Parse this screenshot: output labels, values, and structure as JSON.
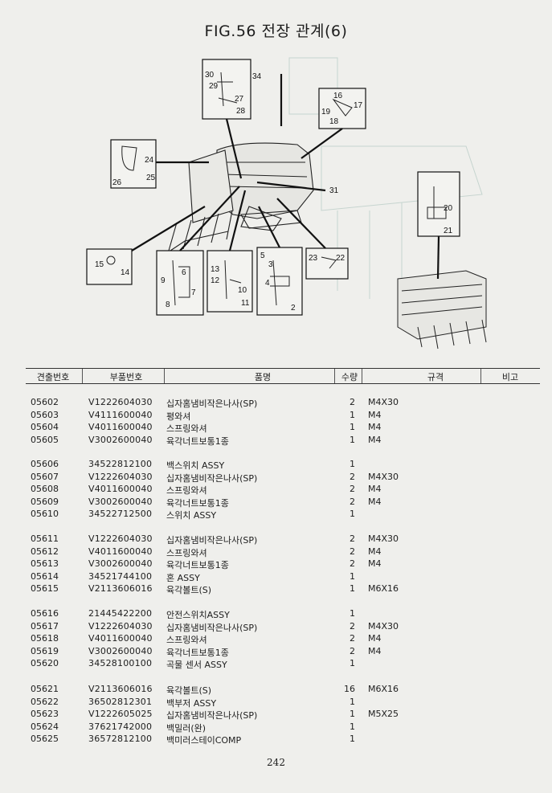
{
  "title": "FIG.56 전장 관계(6)",
  "page_number": "242",
  "figure_callouts": [
    "30",
    "29",
    "27",
    "28",
    "34",
    "16",
    "17",
    "19",
    "18",
    "24",
    "26",
    "25",
    "31",
    "20",
    "21",
    "15",
    "14",
    "9",
    "6",
    "7",
    "8",
    "13",
    "12",
    "10",
    "11",
    "5",
    "3",
    "4",
    "2",
    "23",
    "22"
  ],
  "table": {
    "headers": {
      "no": "견출번호",
      "part": "부품번호",
      "name": "품명",
      "qty": "수량",
      "spec": "규격",
      "note": "비고"
    },
    "rows": [
      {
        "no": "05602",
        "part": "V1222604030",
        "name": "십자홈냄비작은나사(SP)",
        "qty": "2",
        "spec": "M4X30"
      },
      {
        "no": "05603",
        "part": "V4111600040",
        "name": "평와셔",
        "qty": "1",
        "spec": "M4"
      },
      {
        "no": "05604",
        "part": "V4011600040",
        "name": "스프링와셔",
        "qty": "1",
        "spec": "M4"
      },
      {
        "no": "05605",
        "part": "V3002600040",
        "name": "육각너트보통1종",
        "qty": "1",
        "spec": "M4"
      },
      {
        "no": "05606",
        "part": "34522812100",
        "name": "백스위치 ASSY",
        "qty": "1",
        "spec": ""
      },
      {
        "no": "05607",
        "part": "V1222604030",
        "name": "십자홈냄비작은나사(SP)",
        "qty": "2",
        "spec": "M4X30"
      },
      {
        "no": "05608",
        "part": "V4011600040",
        "name": "스프링와셔",
        "qty": "2",
        "spec": "M4"
      },
      {
        "no": "05609",
        "part": "V3002600040",
        "name": "육각너트보통1종",
        "qty": "2",
        "spec": "M4"
      },
      {
        "no": "05610",
        "part": "34522712500",
        "name": "스위치 ASSY",
        "qty": "1",
        "spec": ""
      },
      {
        "no": "05611",
        "part": "V1222604030",
        "name": "십자홈냄비작은나사(SP)",
        "qty": "2",
        "spec": "M4X30"
      },
      {
        "no": "05612",
        "part": "V4011600040",
        "name": "스프링와셔",
        "qty": "2",
        "spec": "M4"
      },
      {
        "no": "05613",
        "part": "V3002600040",
        "name": "육각너트보통1종",
        "qty": "2",
        "spec": "M4"
      },
      {
        "no": "05614",
        "part": "34521744100",
        "name": "혼 ASSY",
        "qty": "1",
        "spec": ""
      },
      {
        "no": "05615",
        "part": "V2113606016",
        "name": "육각볼트(S)",
        "qty": "1",
        "spec": "M6X16"
      },
      {
        "no": "05616",
        "part": "21445422200",
        "name": "안전스위치ASSY",
        "qty": "1",
        "spec": ""
      },
      {
        "no": "05617",
        "part": "V1222604030",
        "name": "십자홈냄비작은나사(SP)",
        "qty": "2",
        "spec": "M4X30"
      },
      {
        "no": "05618",
        "part": "V4011600040",
        "name": "스프링와셔",
        "qty": "2",
        "spec": "M4"
      },
      {
        "no": "05619",
        "part": "V3002600040",
        "name": "육각너트보통1종",
        "qty": "2",
        "spec": "M4"
      },
      {
        "no": "05620",
        "part": "34528100100",
        "name": "곡물 센서 ASSY",
        "qty": "1",
        "spec": ""
      },
      {
        "no": "05621",
        "part": "V2113606016",
        "name": "육각볼트(S)",
        "qty": "16",
        "spec": "M6X16"
      },
      {
        "no": "05622",
        "part": "36502812301",
        "name": "백부저 ASSY",
        "qty": "1",
        "spec": ""
      },
      {
        "no": "05623",
        "part": "V1222605025",
        "name": "십자홈냄비작은나사(SP)",
        "qty": "1",
        "spec": "M5X25"
      },
      {
        "no": "05624",
        "part": "37621742000",
        "name": "백밀러(완)",
        "qty": "1",
        "spec": ""
      },
      {
        "no": "05625",
        "part": "36572812100",
        "name": "백미러스테이COMP",
        "qty": "1",
        "spec": ""
      }
    ]
  }
}
